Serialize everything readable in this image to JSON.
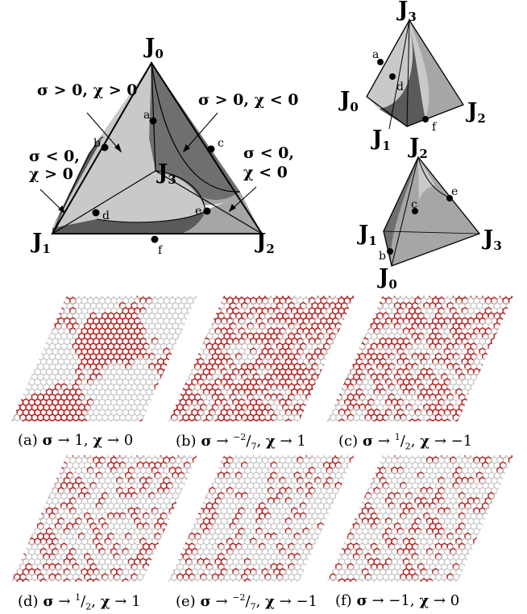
{
  "vertex_label": "J",
  "main_vertices": [
    {
      "name": "vertex-j0",
      "sub": "0"
    },
    {
      "name": "vertex-j1",
      "sub": "1"
    },
    {
      "name": "vertex-j2",
      "sub": "2"
    },
    {
      "name": "vertex-j3",
      "sub": "3"
    }
  ],
  "regions": {
    "upper_left": "σ > 0, χ > 0",
    "upper_right": "σ > 0, χ < 0",
    "left_line1": "σ < 0,",
    "left_line2": "χ > 0",
    "right_line1": "σ < 0,",
    "right_line2": "χ < 0"
  },
  "points": [
    "a",
    "b",
    "c",
    "d",
    "e",
    "f"
  ],
  "top_tetra_vertices": [
    {
      "name": "top-tetra-j3",
      "sub": "3"
    },
    {
      "name": "top-tetra-j0",
      "sub": "0"
    },
    {
      "name": "top-tetra-j1",
      "sub": "1"
    },
    {
      "name": "top-tetra-j2",
      "sub": "2"
    }
  ],
  "top_tetra_points": [
    "a",
    "d",
    "f"
  ],
  "bottom_tetra_vertices": [
    {
      "name": "bottom-tetra-j2",
      "sub": "2"
    },
    {
      "name": "bottom-tetra-j1",
      "sub": "1"
    },
    {
      "name": "bottom-tetra-j3",
      "sub": "3"
    },
    {
      "name": "bottom-tetra-j0",
      "sub": "0"
    }
  ],
  "bottom_tetra_points": [
    "c",
    "e",
    "b"
  ],
  "colors": {
    "light_gray": "#c9c9c9",
    "mid_gray": "#a6a6a6",
    "dark_gray": "#6f6f6f",
    "darker_gray": "#5a5a5a",
    "lattice_red": "#b52a2a",
    "lattice_gray": "#c8c8c8"
  },
  "panels": [
    {
      "tag": "(a)",
      "sigma": "1",
      "chi": "0",
      "red_fraction": 0.55,
      "clustered": true
    },
    {
      "tag": "(b)",
      "sigma_num": "−2",
      "sigma_den": "7",
      "chi": "1",
      "red_fraction": 0.62,
      "clustered": false
    },
    {
      "tag": "(c)",
      "sigma_num": "1",
      "sigma_den": "2",
      "chi": "−1",
      "red_fraction": 0.48,
      "clustered": false
    },
    {
      "tag": "(d)",
      "sigma_num": "1",
      "sigma_den": "2",
      "chi": "1",
      "red_fraction": 0.32,
      "clustered": false
    },
    {
      "tag": "(e)",
      "sigma_num": "−2",
      "sigma_den": "7",
      "chi": "−1",
      "red_fraction": 0.22,
      "clustered": false
    },
    {
      "tag": "(f)",
      "sigma": "−1",
      "chi": "0",
      "red_fraction": 0.28,
      "clustered": false
    }
  ],
  "caption_parts": {
    "sigma_sym": "σ",
    "chi_sym": "χ",
    "arrow": "→",
    "sep": ","
  }
}
